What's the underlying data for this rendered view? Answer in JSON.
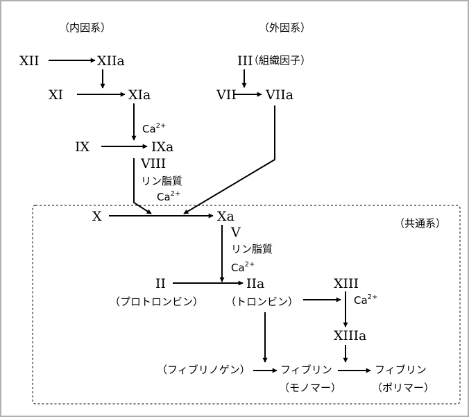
{
  "colors": {
    "ink": "#000000",
    "frame": "#b0b0b0",
    "background": "#ffffff"
  },
  "systems": {
    "intrinsic": "（内因系）",
    "extrinsic": "（外因系）",
    "common": "（共通系）"
  },
  "factors": {
    "f12": "XII",
    "f12a": "XIIa",
    "f11": "XI",
    "f11a": "XIa",
    "f9": "IX",
    "f9a": "IXa",
    "f8": "VIII",
    "f3": "III",
    "f3_name": "（組織因子）",
    "f7": "VII",
    "f7a": "VIIa",
    "f10": "X",
    "f10a": "Xa",
    "f5": "V",
    "f2": "II",
    "f2_name": "（プロトロンビン）",
    "f2a": "IIa",
    "f2a_name": "（トロンビン）",
    "f13": "XIII",
    "f13a": "XIIIa",
    "fibrinogen": "（フィブリノゲン）",
    "fibrin": "フィブリン",
    "monomer": "（モノマー）",
    "polymer": "（ポリマー）"
  },
  "cofactors": {
    "phospholipid": "リン脂質",
    "ca": "Ca",
    "ca_charge": "2+"
  }
}
